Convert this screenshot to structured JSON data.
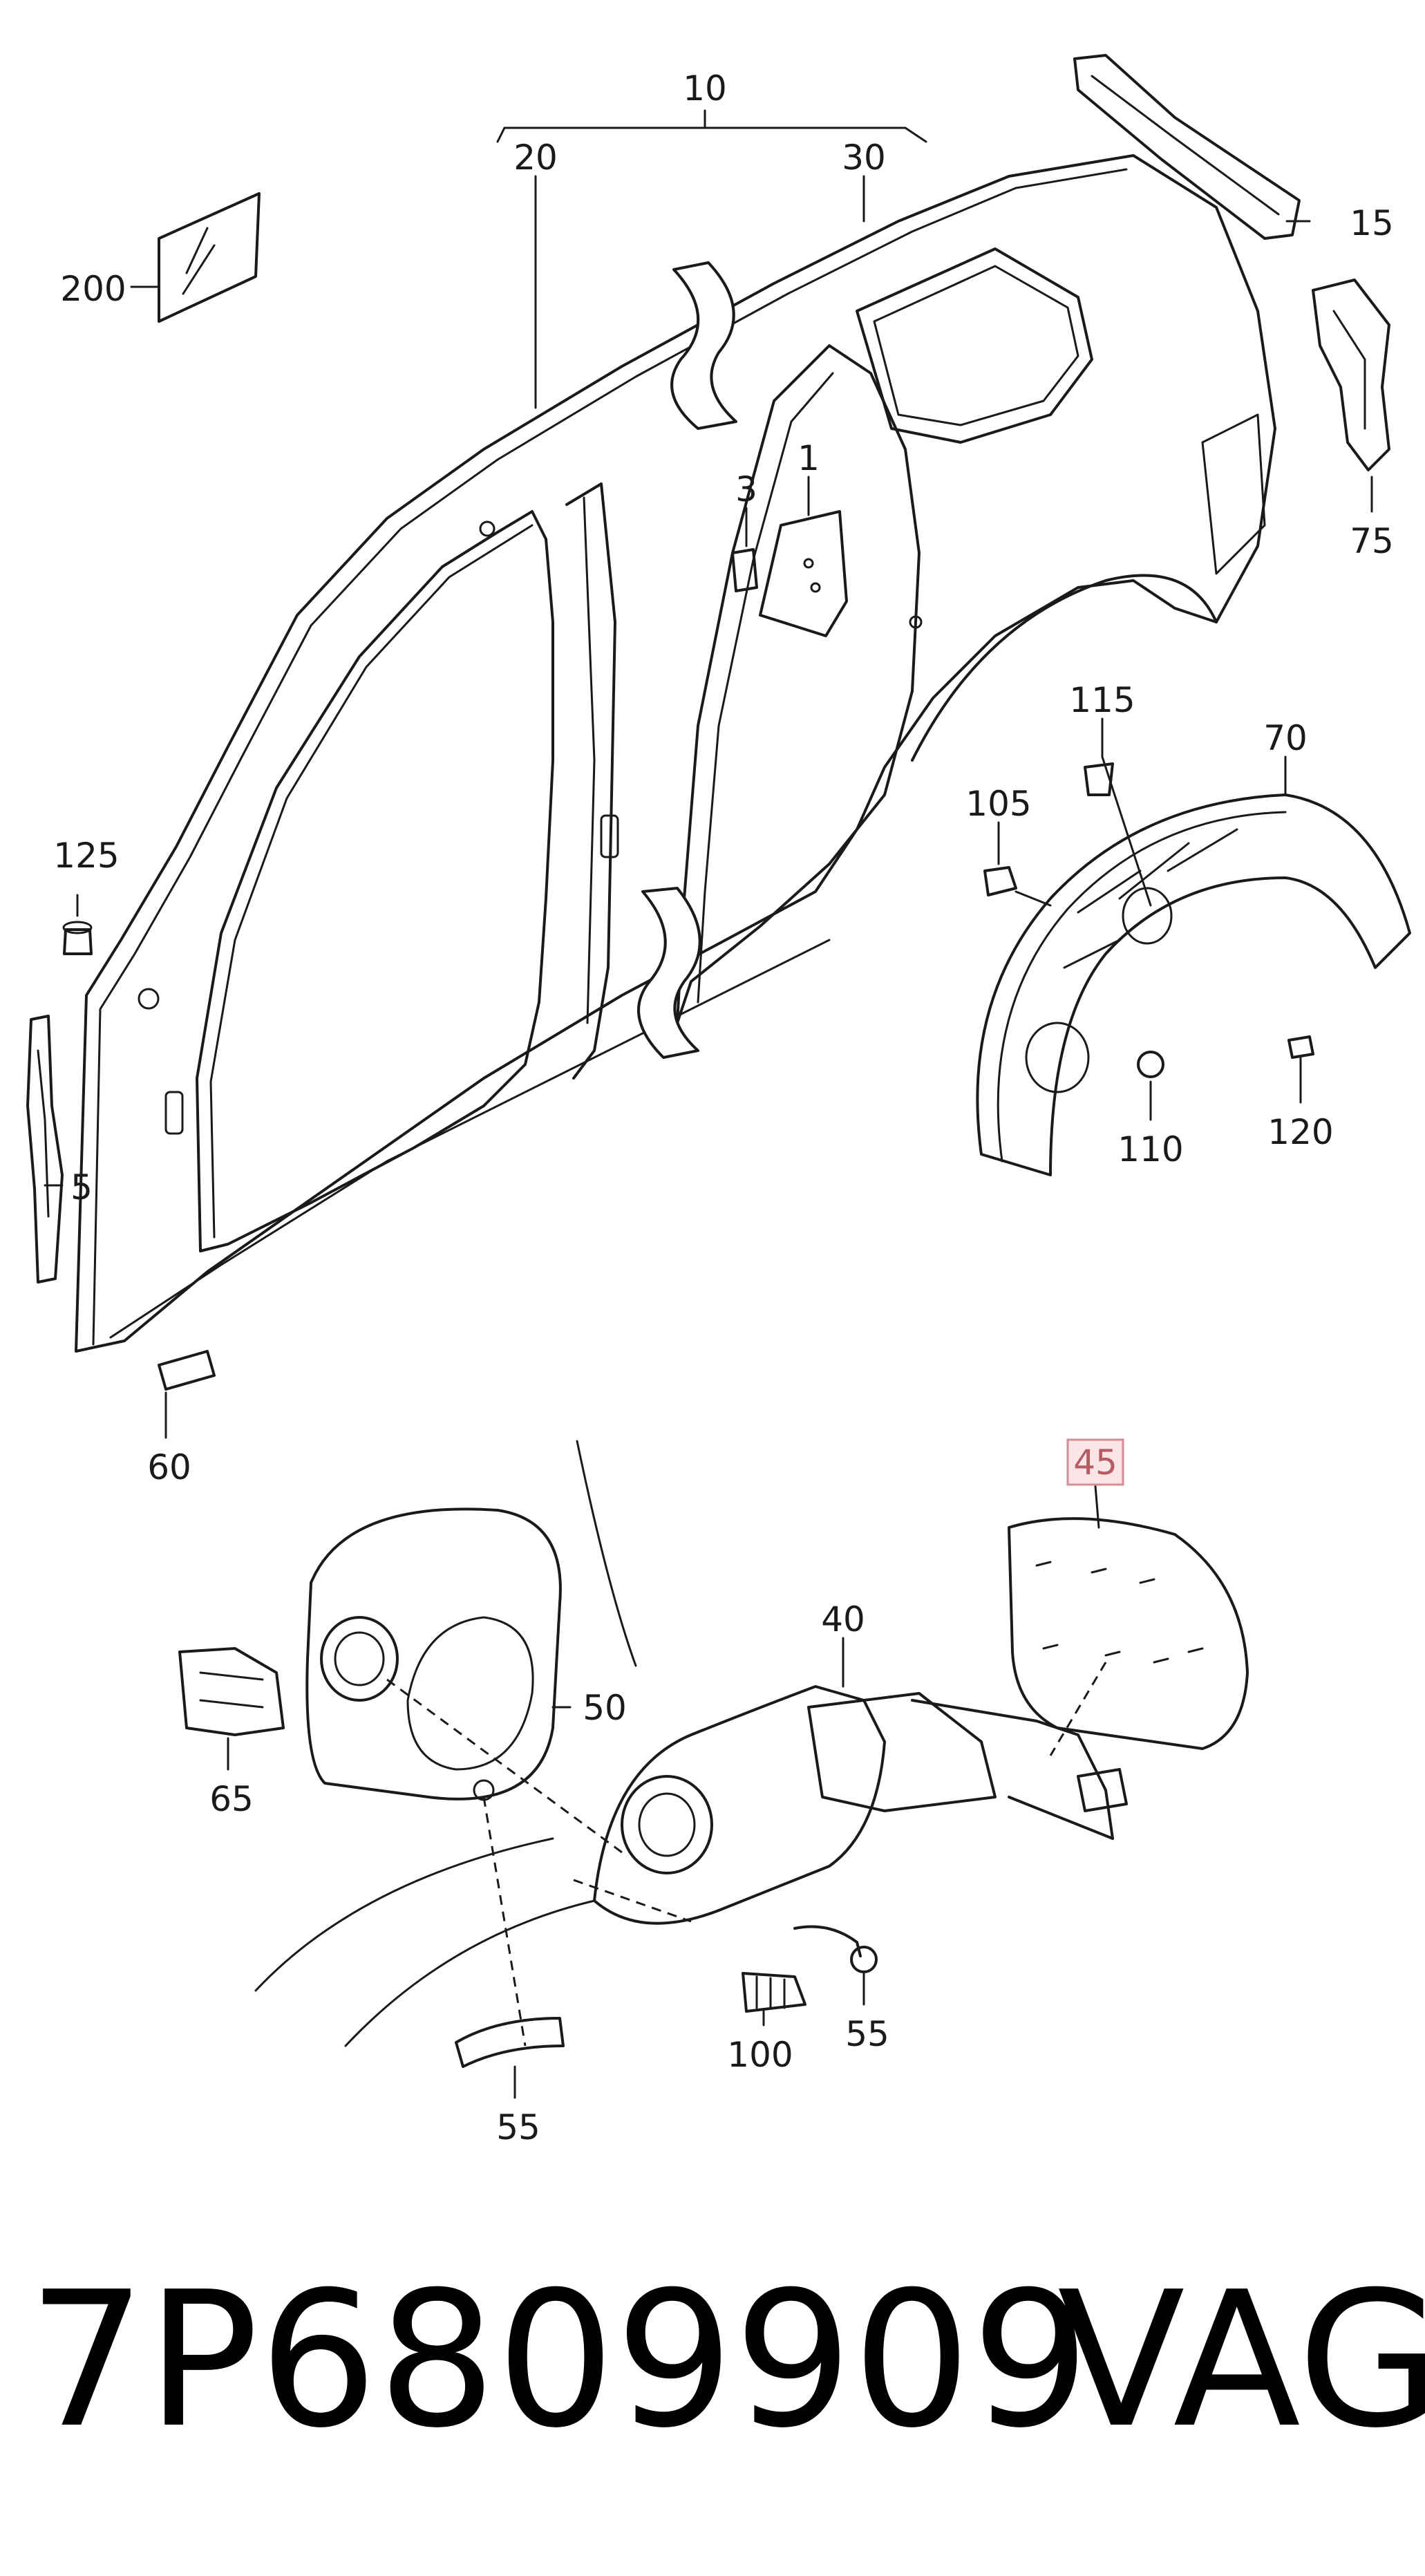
{
  "callouts": [
    {
      "id": "c10",
      "label": "10"
    },
    {
      "id": "c20",
      "label": "20"
    },
    {
      "id": "c30",
      "label": "30"
    },
    {
      "id": "c200",
      "label": "200"
    },
    {
      "id": "c15",
      "label": "15"
    },
    {
      "id": "c75",
      "label": "75"
    },
    {
      "id": "c3",
      "label": "3"
    },
    {
      "id": "c1",
      "label": "1"
    },
    {
      "id": "c115",
      "label": "115"
    },
    {
      "id": "c70",
      "label": "70"
    },
    {
      "id": "c105",
      "label": "105"
    },
    {
      "id": "c125",
      "label": "125"
    },
    {
      "id": "c5",
      "label": "5"
    },
    {
      "id": "c120",
      "label": "120"
    },
    {
      "id": "c110",
      "label": "110"
    },
    {
      "id": "c60",
      "label": "60"
    },
    {
      "id": "c45",
      "label": "45",
      "highlighted": true
    },
    {
      "id": "c40",
      "label": "40"
    },
    {
      "id": "c50",
      "label": "50"
    },
    {
      "id": "c65",
      "label": "65"
    },
    {
      "id": "c55a",
      "label": "55"
    },
    {
      "id": "c100",
      "label": "100"
    },
    {
      "id": "c55b",
      "label": "55"
    }
  ],
  "footer": {
    "part_number": "7P6809909",
    "brand": "VAG"
  },
  "colors": {
    "line": "#1a1a1a",
    "highlight_fill": "#fbe4e6",
    "highlight_stroke": "#d98b93",
    "highlight_text": "#b65a64"
  }
}
